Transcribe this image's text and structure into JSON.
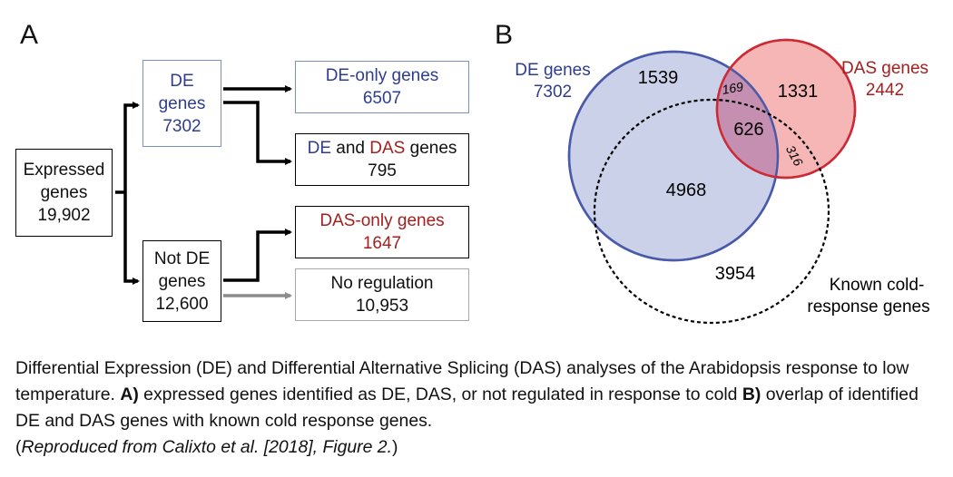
{
  "panel_a": {
    "label": "A",
    "expressed": {
      "line1": "Expressed",
      "line2": "genes",
      "count": "19,902"
    },
    "de": {
      "line1": "DE",
      "line2": "genes",
      "count": "7302"
    },
    "not_de": {
      "line1": "Not DE",
      "line2": "genes",
      "count": "12,600"
    },
    "de_only": {
      "label": "DE-only genes",
      "count": "6507"
    },
    "de_and_das": {
      "label_de": "DE",
      "label_and": "and",
      "label_das": "DAS",
      "label_genes": "genes",
      "count": "795"
    },
    "das_only": {
      "label": "DAS-only genes",
      "count": "1647"
    },
    "no_regulation": {
      "label": "No regulation",
      "count": "10,953"
    }
  },
  "panel_b": {
    "label": "B",
    "de_set": {
      "line1": "DE genes",
      "line2": "7302"
    },
    "das_set": {
      "line1": "DAS genes",
      "line2": "2442"
    },
    "known_set": {
      "line1": "Known cold-",
      "line2": "response genes"
    },
    "regions": {
      "de_only": "1539",
      "de_das_only": "169",
      "das_only": "1331",
      "all_three": "626",
      "das_known": "316",
      "de_known": "4968",
      "known_only": "3954"
    }
  },
  "caption": {
    "text1": "Differential Expression (DE) and Differential Alternative Splicing (DAS) analyses of the Arabidopsis response to low temperature. ",
    "bold_a": "A)",
    "text2": " expressed genes identified as DE, DAS, or not regulated in response to cold ",
    "bold_b": "B)",
    "text3": " overlap of identified DE and DAS genes with known cold response genes.",
    "line2_open": "(",
    "line2_italic": "Reproduced from Calixto et al. [2018], Figure 2.",
    "line2_close": ")"
  },
  "colors": {
    "de_blue": "#4a5aaa",
    "das_red": "#cc2b35",
    "black": "#000000",
    "grey": "#8c8c8c"
  }
}
